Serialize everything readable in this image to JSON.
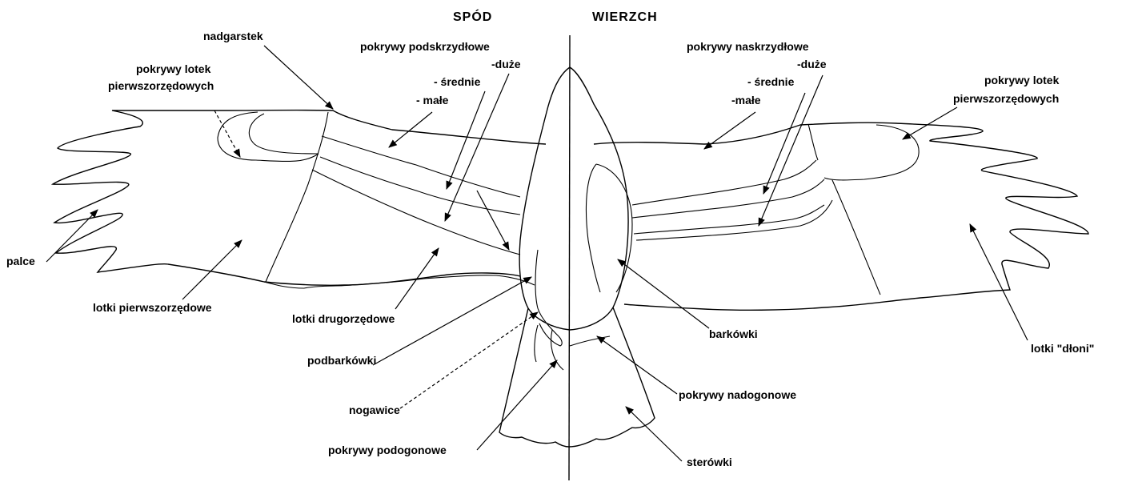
{
  "header": {
    "left": "SPÓD",
    "right": "WIERZCH"
  },
  "labels": {
    "nadgarstek": "nadgarstek",
    "pokrywy_lotek_left_1": "pokrywy lotek",
    "pokrywy_lotek_left_2": "pierwszorzędowych",
    "podskrzydlowe": "pokrywy podskrzydłowe",
    "podskrzydlowe_duze": "-duże",
    "podskrzydlowe_srednie": "- średnie",
    "podskrzydlowe_male": "- małe",
    "naskrzydlowe": "pokrywy naskrzydłowe",
    "naskrzydlowe_duze": "-duże",
    "naskrzydlowe_srednie": "- średnie",
    "naskrzydlowe_male": "-małe",
    "pokrywy_lotek_right_1": "pokrywy lotek",
    "pokrywy_lotek_right_2": "pierwszorzędowych",
    "palce": "palce",
    "lotki_pierwszorzedowe": "lotki pierwszorzędowe",
    "lotki_drugorzedowe": "lotki drugorzędowe",
    "podbarkowki": "podbarkówki",
    "nogawice": "nogawice",
    "pokrywy_podogonowe": "pokrywy podogonowe",
    "barkowki": "barkówki",
    "pokrywy_nadogonowe": "pokrywy nadogonowe",
    "sterowki": "sterówki",
    "lotki_dloni": "lotki \"dłoni\""
  }
}
